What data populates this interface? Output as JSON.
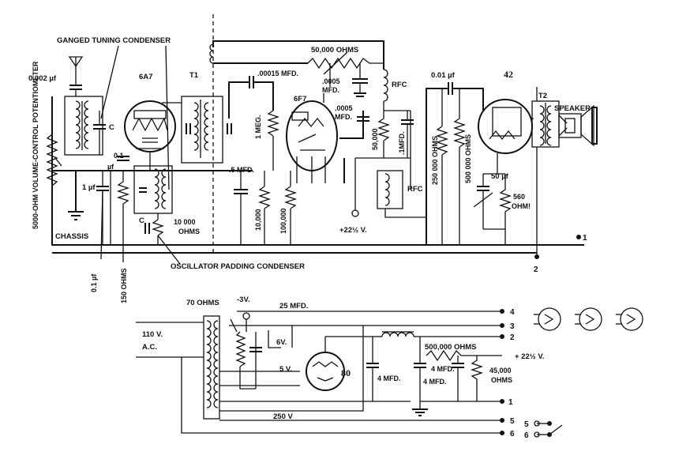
{
  "labels": {
    "ganged": "GANGED TUNING CONDENSER",
    "cap_ant": "0.002 µf",
    "tube1": "6A7",
    "t1": "T1",
    "cap_c1": "C",
    "cap_01a": "0.1",
    "cap_01b": "µf",
    "cap_1uf": "1 µf",
    "chassis": "CHASSIS",
    "r10000a": "10 000",
    "r10000b": "OHMS",
    "cap_c2": "C",
    "pot": "5000-OHM VOLUME-CONTROL POTENTIOMETER",
    "cap_01_bot": "0.1 µf",
    "r150": "150 OHMS",
    "osc_pad": "OSCILLATOR PADDING CONDENSER",
    "r50000_top": "50,000 OHMS",
    "cap_00015": ".00015 MFD.",
    "cap_0005a": ".0005",
    "cap_0005a2": "MFD.",
    "rfc1": "RFC",
    "tube2": "6F7",
    "cap_0005b": ".0005",
    "cap_0005b2": "MFD.",
    "r1meg": "1 MEG.",
    "cap_5mfd": ".5 MFD.",
    "r10000v": "10,000",
    "r100000v": "100,000",
    "r50000v": "50,000",
    "cap_1mfd": ".1MFD.",
    "rfc2": "RFC",
    "v22": "+22½ V.",
    "cap_001": "0.01 µf",
    "tube3": "42",
    "r250000": "250 000 OHMS",
    "r500000": "500 000 OHMS",
    "t2": "T2",
    "speaker": "SPEAKER",
    "cap_50": "50 µf",
    "r560a": "560",
    "r560b": "OHM!",
    "t1_top": "1",
    "t2_bot": "2",
    "r70": "70 OHMS",
    "v_neg3": "-3V.",
    "cap_25": "25 MFD.",
    "ac_110a": "110 V.",
    "ac_110b": "A.C.",
    "v6": "6V.",
    "v5": "5 V.",
    "tube4": "80",
    "r500000b": "500,000 OHMS",
    "v22b": "+ 22½ V.",
    "cap_4a": "4 MFD.",
    "cap_4b": "4 MFD.",
    "cap_4c": "4 MFD.",
    "r45000a": "45,000",
    "r45000b": "OHMS",
    "v250": "250 V",
    "t_4": "4",
    "t_3": "3",
    "t_2": "2",
    "t_1": "1",
    "t_5": "5",
    "t_6": "6",
    "t_5b": "5",
    "t_6b": "6"
  }
}
